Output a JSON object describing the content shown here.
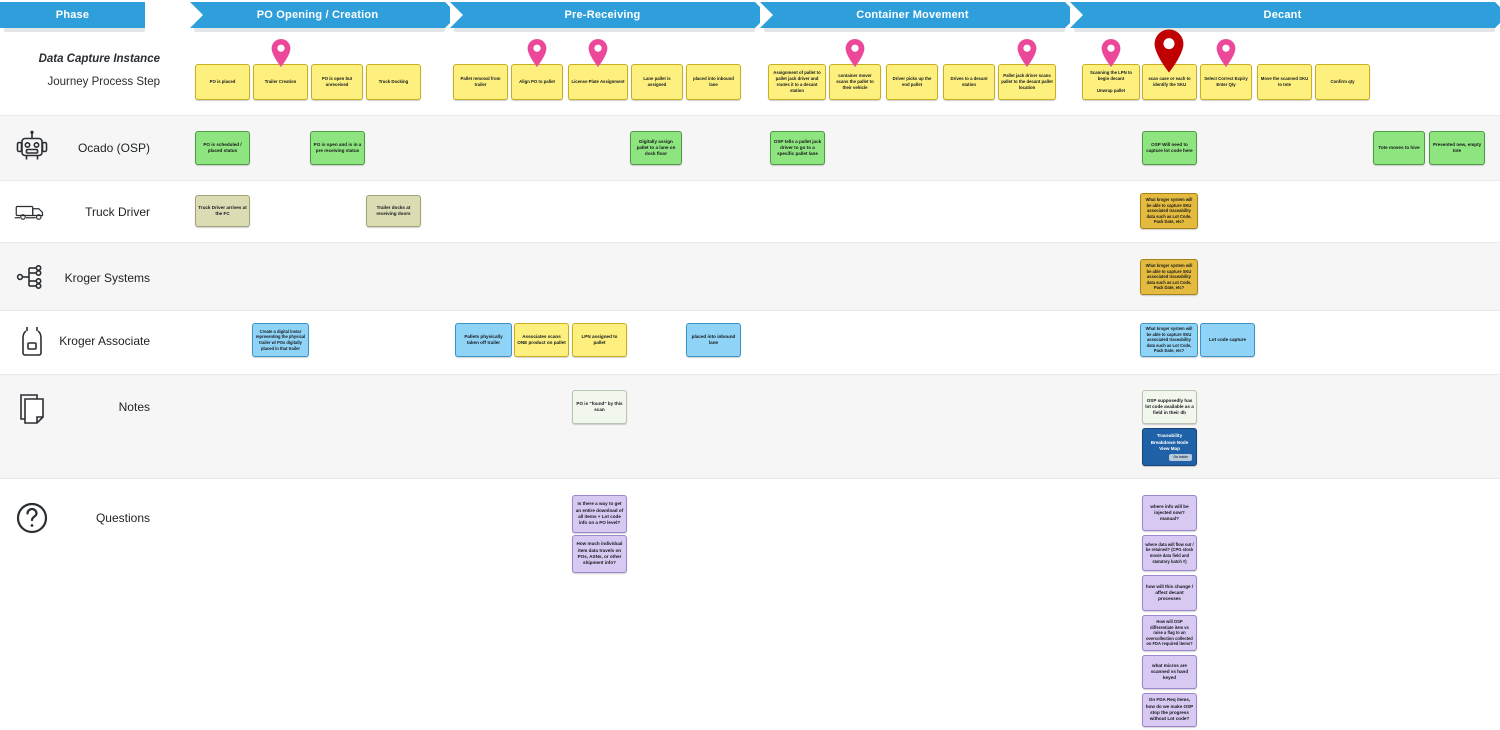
{
  "colors": {
    "phase_blue": "#2f9fdc",
    "pin_pink": "#ec4899",
    "pin_red": "#c00000",
    "card_yellow": "#fdf07f",
    "card_green": "#8ee47e",
    "card_khaki": "#dcdcb4",
    "card_gold": "#e4bb3e",
    "card_blue": "#8fd3f7",
    "card_note": "#f2f7ee",
    "card_purple": "#d7c9f2",
    "card_navy": "#1f62a8"
  },
  "header": {
    "row_label": "Phase",
    "phases": [
      {
        "label": "PO Opening / Creation"
      },
      {
        "label": "Pre-Receiving"
      },
      {
        "label": "Container Movement"
      },
      {
        "label": "Decant"
      }
    ]
  },
  "rail": {
    "data_capture_label": "Data Capture Instance",
    "journey_step_label": "Journey Process Step"
  },
  "lanes": [
    {
      "label": "Ocado (OSP)",
      "icon": "robot-icon"
    },
    {
      "label": "Truck Driver",
      "icon": "truck-icon"
    },
    {
      "label": "Kroger Systems",
      "icon": "systems-icon"
    },
    {
      "label": "Kroger Associate",
      "icon": "apron-icon"
    },
    {
      "label": "Notes",
      "icon": "note-icon"
    },
    {
      "label": "Questions",
      "icon": "question-icon"
    }
  ],
  "steps": [
    {
      "text": "PO is placed"
    },
    {
      "text": "Trailer Creation"
    },
    {
      "text": "PO is open but unreceived"
    },
    {
      "text": "Truck Docking"
    },
    {
      "text": "Pallet removal from trailer"
    },
    {
      "text": "Align PO to pallet"
    },
    {
      "text": "License Plate Assignment"
    },
    {
      "text": "Lane pallet is assigned"
    },
    {
      "text": "placed into inbound lane"
    },
    {
      "text": "Assignment of pallet to pallet jack driver and routes it to a decant station"
    },
    {
      "text": "container mover scans the pallet to their vehicle"
    },
    {
      "text": "Driver picks up the end pallet"
    },
    {
      "text": "Drives to a decant station"
    },
    {
      "text": "Pallet jack driver scans pallet to the decant pallet location"
    },
    {
      "text": "Scanning the LPN to begin decant\n\nUnwrap pallet"
    },
    {
      "text": "scan case or each to identify the SKU"
    },
    {
      "text": "Select Correct Expiry Enter Qty"
    },
    {
      "text": "Move the scanned SKU to tote"
    },
    {
      "text": "Confirm qty"
    }
  ],
  "pins": [
    {
      "name": "pin-trailer-creation",
      "color": "#ec4899"
    },
    {
      "name": "pin-align-po-to-pallet",
      "color": "#ec4899"
    },
    {
      "name": "pin-license-plate-assignment",
      "color": "#ec4899"
    },
    {
      "name": "pin-container-mover-scans",
      "color": "#ec4899"
    },
    {
      "name": "pin-pallet-jack-scan",
      "color": "#ec4899"
    },
    {
      "name": "pin-scanning-lpn",
      "color": "#ec4899"
    },
    {
      "name": "pin-scan-case-identify-sku",
      "color": "#c00000"
    },
    {
      "name": "pin-select-correct-expiry",
      "color": "#ec4899"
    }
  ],
  "cards": {
    "ocado": [
      {
        "text": "PO is scheduled / placed status"
      },
      {
        "text": "PO is open and is in a pre receiving status"
      },
      {
        "text": "Digitally assign pallet to a lane on dock floor"
      },
      {
        "text": "OSP tells a pallet jack driver to go to a specific pallet lane"
      },
      {
        "text": "OSP Will need to capture lot code here"
      },
      {
        "text": "Tote moves to hive"
      },
      {
        "text": "Presented new, empty tote"
      }
    ],
    "truck_driver": [
      {
        "text": "Truck Driver arrives at the FC"
      },
      {
        "text": "Trailer docks at receiving doors"
      },
      {
        "text": "What kroger system will be able to capture SKU associated traceability data such as Lot Code, Pack Date, etc?"
      }
    ],
    "kroger_systems": [
      {
        "text": "What kroger system will be able to capture SKU associated traceability data such as Lot Code, Pack Date, etc?"
      }
    ],
    "kroger_associate": [
      {
        "text": "Create a digital instar representing the physical trailer w/ POs digitally placed in that trailer"
      },
      {
        "text": "Pallets physically taken off trailer"
      },
      {
        "text": "Associates scans ONE product on pallet"
      },
      {
        "text": "LPN assigned to pallet"
      },
      {
        "text": "placed into inbound lane"
      },
      {
        "text": "What kroger system will be able to capture SKU associated traceability data such as Lot Code, Pack Date, etc?"
      },
      {
        "text": "Lot code capture"
      }
    ],
    "notes": [
      {
        "text": "PO is \"found\" by this scan"
      },
      {
        "text": "OSP supposedly has lot code available as a field in their db"
      }
    ],
    "notes_navy": {
      "title": "Traceability Breakdown Node View Map",
      "badge": "Go inside"
    },
    "questions": [
      {
        "text": "Is there a way to get an entire download of all items + Lot code info on a PO level?"
      },
      {
        "text": "How much individual item data travels on POs, ASNs, or other shipment info?"
      },
      {
        "text": "where info will be injected now? manual?"
      },
      {
        "text": "where data will flow out / be retained? (CPG stock movie data field and statutory batch #)"
      },
      {
        "text": "how will this change / affect decant processes"
      },
      {
        "text": "How will OSP differentiate item vs raise a flag to an overcollection collected on FDA required items?"
      },
      {
        "text": "what micros are scanned vs hand keyed"
      },
      {
        "text": "On FDA Req items, how do we make OSP stop the progress without Lot code?"
      }
    ]
  }
}
